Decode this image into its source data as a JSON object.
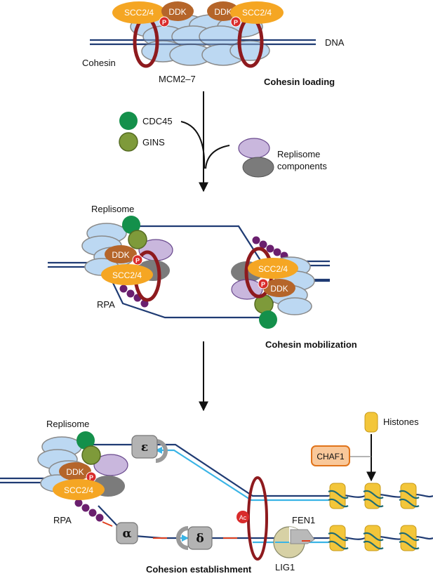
{
  "labels": {
    "scc24": "SCC2/4",
    "ddk": "DDK",
    "phospho": "P",
    "dna": "DNA",
    "cohesin": "Cohesin",
    "mcm": "MCM2–7",
    "cohesin_loading": "Cohesin loading",
    "cdc45": "CDC45",
    "gins": "GINS",
    "replisome_components_1": "Replisome",
    "replisome_components_2": "components",
    "replisome": "Replisome",
    "rpa": "RPA",
    "cohesin_mobilization": "Cohesin mobilization",
    "histones": "Histones",
    "chaf1": "CHAF1",
    "epsilon": "ε",
    "alpha": "α",
    "delta": "δ",
    "acetyl": "Ac",
    "fen1": "FEN1",
    "lig1": "LIG1",
    "cohesion_establishment": "Cohesion establishment"
  },
  "colors": {
    "dna_strand": "#1f3b73",
    "new_strand": "#3ab4e6",
    "mcm_fill": "#bcd8f2",
    "mcm_stroke": "#8a8a8a",
    "cohesin": "#8e1a1e",
    "scc24": "#f5a623",
    "ddk": "#b5652a",
    "phospho": "#d92b2b",
    "cdc45": "#14904b",
    "gins": "#7e9a3a",
    "replisome_lavender": "#c9b7dd",
    "replisome_gray": "#7b7b7b",
    "rpa": "#6a1f6e",
    "polymerase": "#b3b3b3",
    "chaf1_fill": "#f9c89a",
    "chaf1_stroke": "#e0731a",
    "histone": "#f3c63a",
    "fen1": "#b9b9b9",
    "lig1": "#d7d1a5"
  }
}
